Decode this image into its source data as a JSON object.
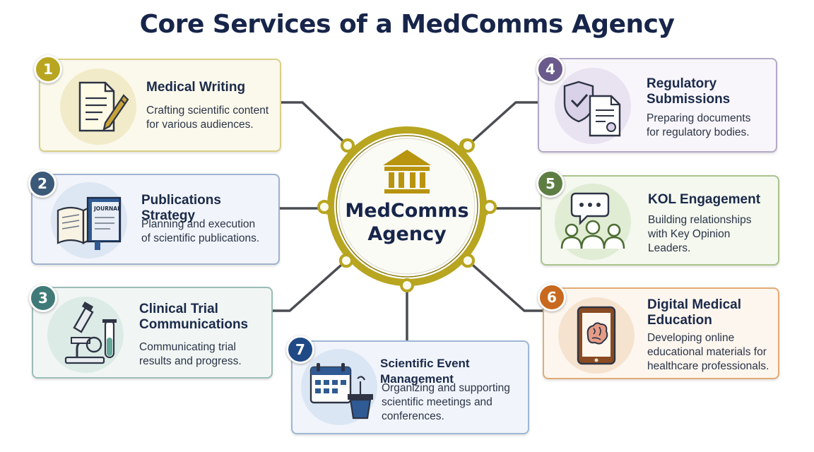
{
  "title": "Core Services of a MedComms Agency",
  "hub": {
    "line1": "MedComms",
    "line2": "Agency",
    "icon": "building-columns-icon"
  },
  "colors": {
    "navy": "#17254a",
    "olive": "#b8a520",
    "purple": "#6a5a8c",
    "green": "#5e7d43",
    "orange": "#c8691f",
    "blue": "#1f4a86",
    "teal": "#3f7a78",
    "slate": "#3b5a7a"
  },
  "services": [
    {
      "number": "1",
      "title": "Medical Writing",
      "description": [
        "Crafting scientific content",
        "for various audiences."
      ],
      "icon": "document-pen-icon"
    },
    {
      "number": "2",
      "title": "Publications Strategy",
      "description": [
        "Planning and execution",
        "of scientific publications."
      ],
      "icon": "book-journal-icon",
      "icon_label": "JOURNAL"
    },
    {
      "number": "3",
      "title": [
        "Clinical Trial",
        "Communications"
      ],
      "description": [
        "Communicating trial",
        "results and progress."
      ],
      "icon": "microscope-test-tube-icon"
    },
    {
      "number": "4",
      "title": [
        "Regulatory",
        "Submissions"
      ],
      "description": [
        "Preparing documents",
        "for regulatory bodies."
      ],
      "icon": "shield-document-icon"
    },
    {
      "number": "5",
      "title": "KOL Engagement",
      "description": [
        "Building relationships",
        "with Key Opinion",
        "Leaders."
      ],
      "icon": "speech-bubble-people-icon"
    },
    {
      "number": "6",
      "title": [
        "Digital Medical",
        "Education"
      ],
      "description": [
        "Developing online",
        "educational materials for",
        "healthcare professionals."
      ],
      "icon": "tablet-brain-icon"
    },
    {
      "number": "7",
      "title": "Scientific Event Management",
      "description": [
        "Organizing and supporting",
        "scientific meetings and",
        "conferences."
      ],
      "icon": "calendar-podium-icon"
    }
  ]
}
